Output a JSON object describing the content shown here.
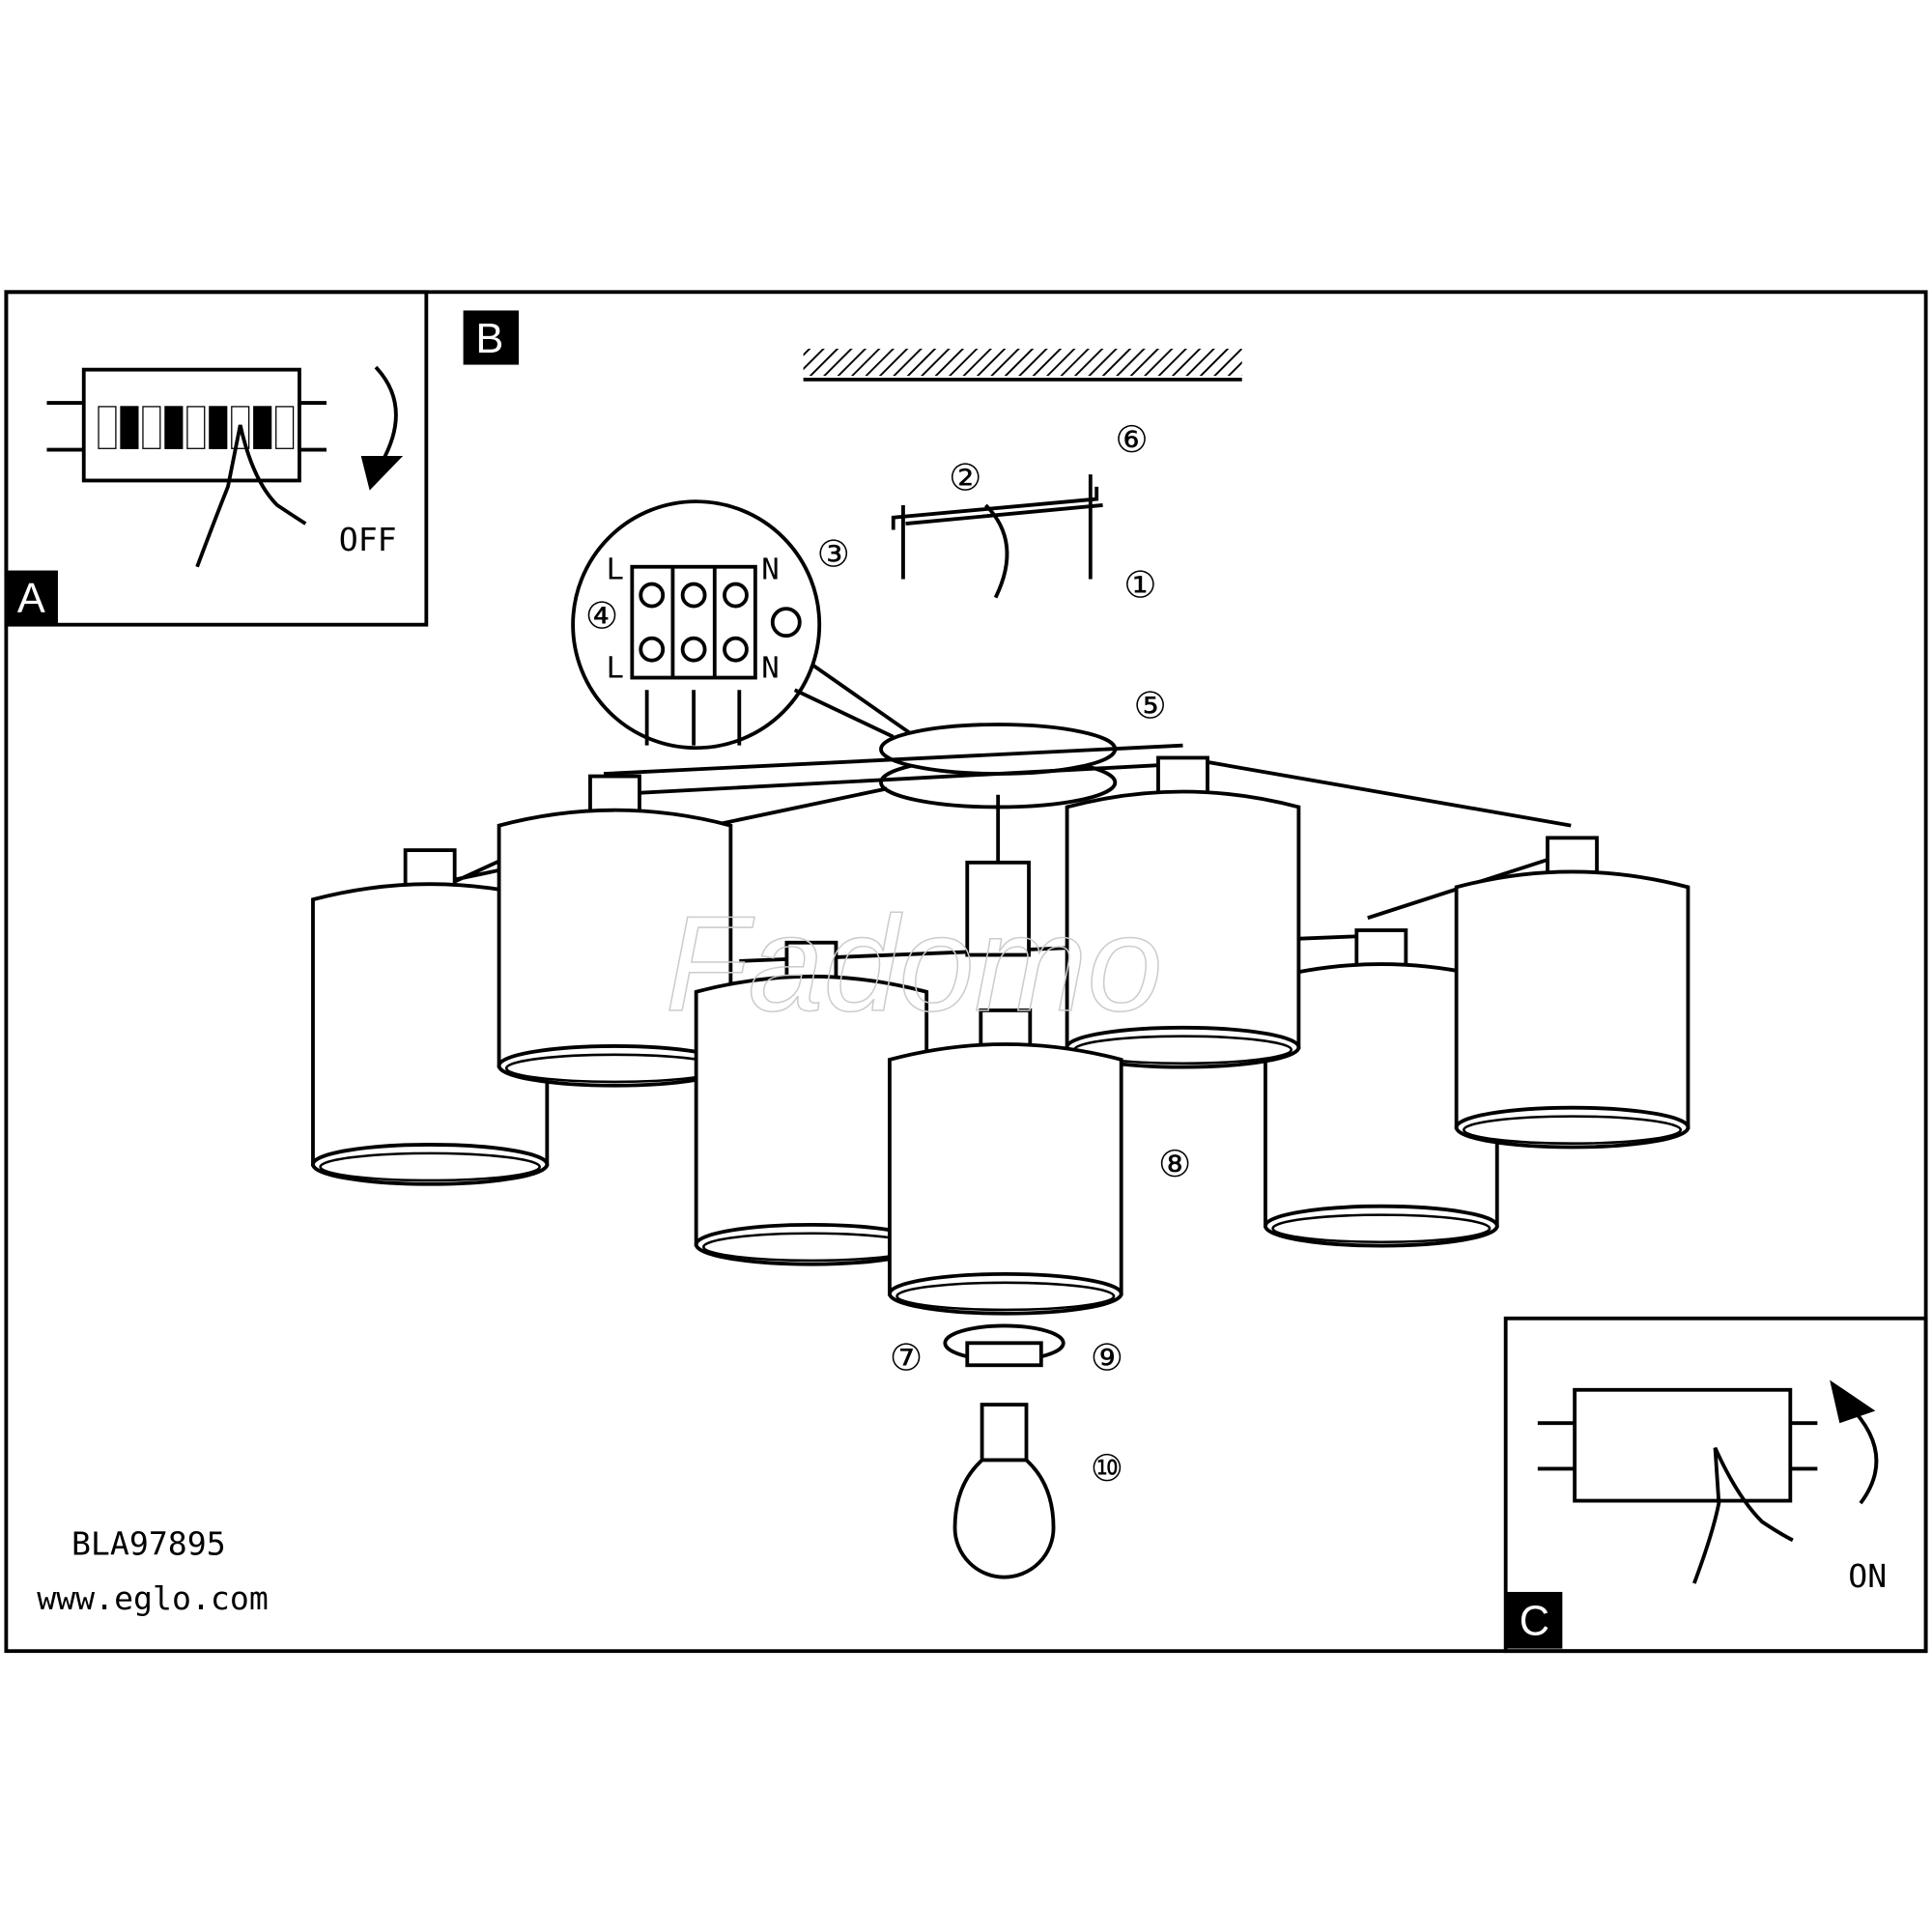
{
  "panels": {
    "a": {
      "label": "A",
      "switch_state": "OFF"
    },
    "b": {
      "label": "B"
    },
    "c": {
      "label": "C",
      "switch_state": "ON"
    }
  },
  "steps": [
    "①",
    "②",
    "③",
    "④",
    "⑤",
    "⑥",
    "⑦",
    "⑧",
    "⑨",
    "⑩"
  ],
  "wiring": {
    "left_top": "L",
    "left_bottom": "L",
    "right_top": "N",
    "right_bottom": "N"
  },
  "footer": {
    "model": "BLA97895",
    "website": "www.eglo.com"
  },
  "watermark": "Fadomo"
}
